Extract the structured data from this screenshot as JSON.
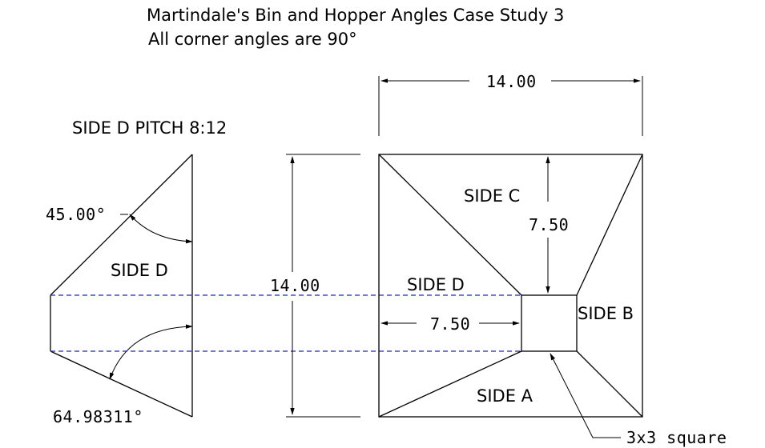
{
  "title": {
    "line1": "Martindale's Bin and Hopper Angles Case Study 3",
    "line2": "All corner angles are 90°"
  },
  "side_view": {
    "pitch_label": "SIDE D PITCH 8:12",
    "face_label": "SIDE D",
    "top_angle": "45.00°",
    "bottom_angle": "64.98311°"
  },
  "plan_view": {
    "side_a": "SIDE A",
    "side_b": "SIDE B",
    "side_c": "SIDE C",
    "side_d": "SIDE D",
    "note": "3x3 square"
  },
  "dimensions": {
    "top_width": "14.00",
    "overall_height": "14.00",
    "side_c_depth": "7.50",
    "side_d_depth": "7.50"
  },
  "colors": {
    "line": "#000000",
    "hidden_line": "#1a2bb5",
    "background": "#ffffff"
  }
}
